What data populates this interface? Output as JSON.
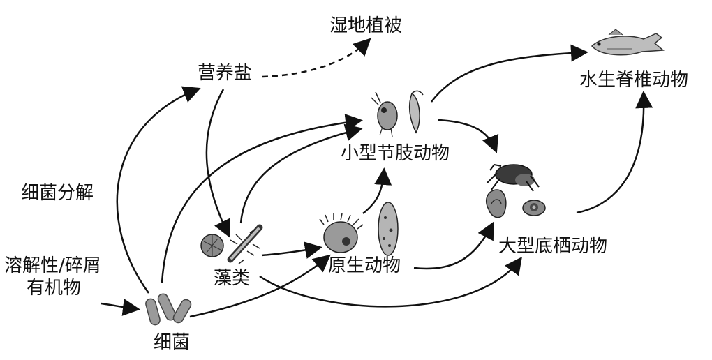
{
  "diagram": {
    "nodes": {
      "wetland_vegetation": "湿地植被",
      "nutrient_salts": "营养盐",
      "aquatic_vertebrates": "水生脊椎动物",
      "small_arthropods": "小型节肢动物",
      "bacterial_decomposition": "细菌分解",
      "large_benthic_animals": "大型底栖动物",
      "dissolved_organic_line1": "溶解性/碎屑",
      "dissolved_organic_line2": "有机物",
      "algae": "藻类",
      "protozoa": "原生动物",
      "bacteria": "细菌"
    },
    "icons": [
      "fish-icon",
      "copepod-icon",
      "crab-icon",
      "snail-icon",
      "diatom-icon",
      "algae-cell-icon",
      "protozoan-icon",
      "paramecium-icon",
      "bacteria-icon"
    ],
    "colors": {
      "text": "#111111",
      "arrow": "#111111",
      "icon_fill": "#8a8a8a",
      "icon_dark": "#3a3a3a"
    }
  }
}
